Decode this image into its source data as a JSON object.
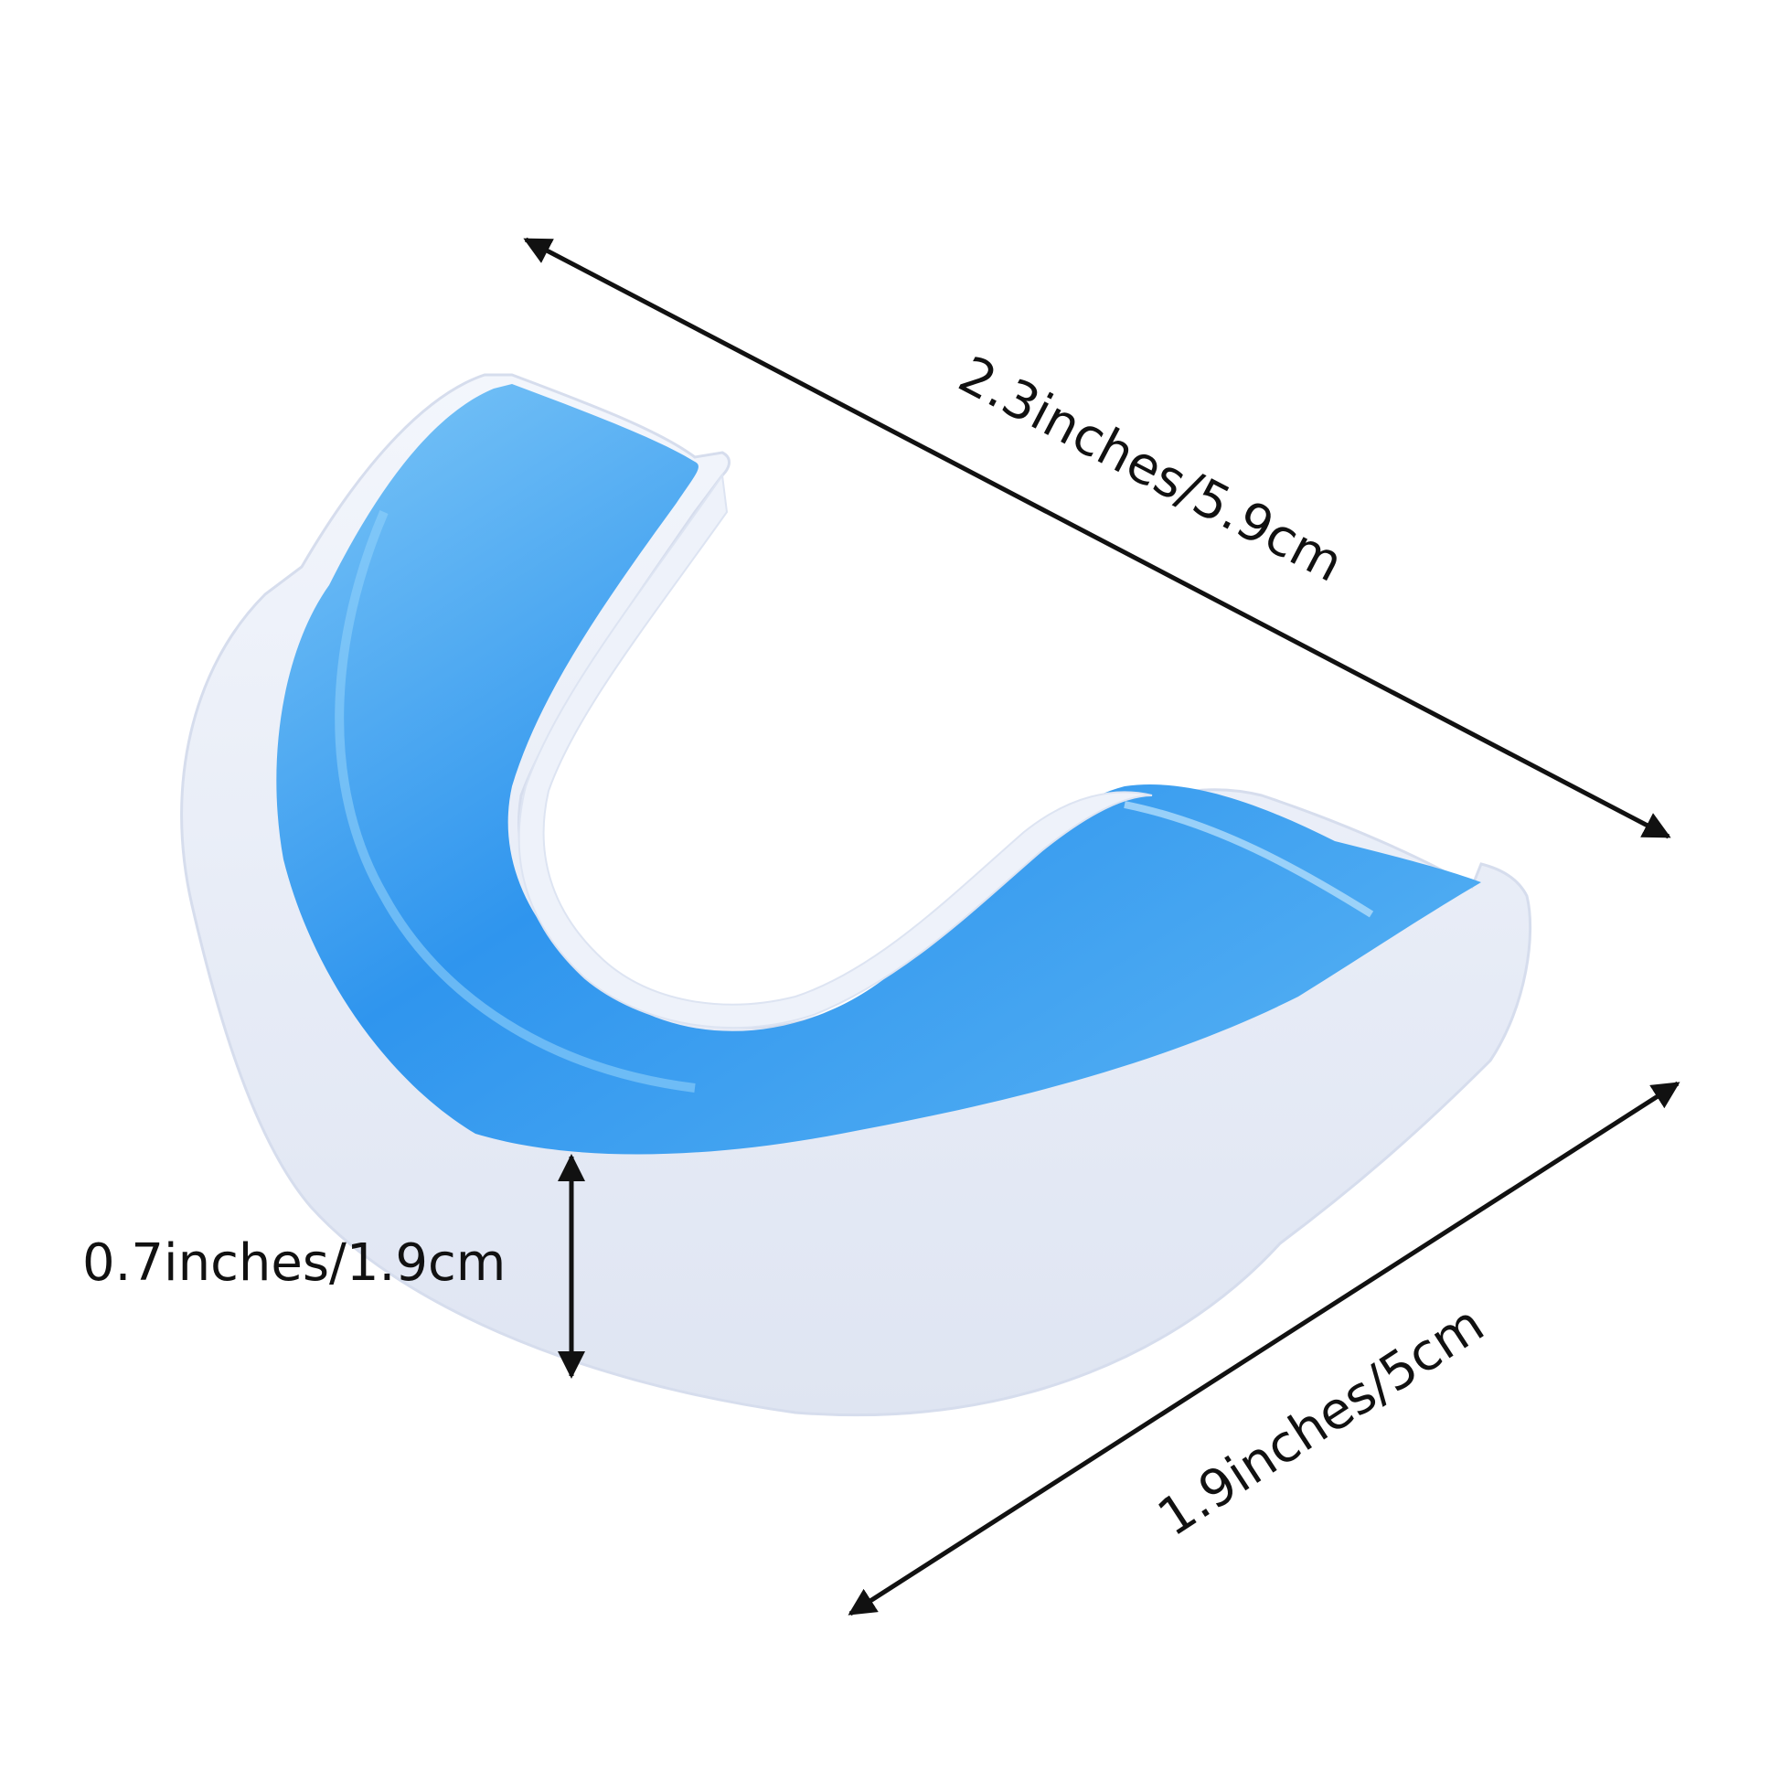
{
  "dimensions": {
    "length_label": "2.3inches/5.9cm",
    "width_label": "1.9inches/5cm",
    "height_label": "0.7inches/1.9cm"
  },
  "colors": {
    "background": "#ffffff",
    "shell_white": "#eef2fa",
    "gel_blue": "#3aa0f0",
    "arrow_black": "#111111"
  }
}
